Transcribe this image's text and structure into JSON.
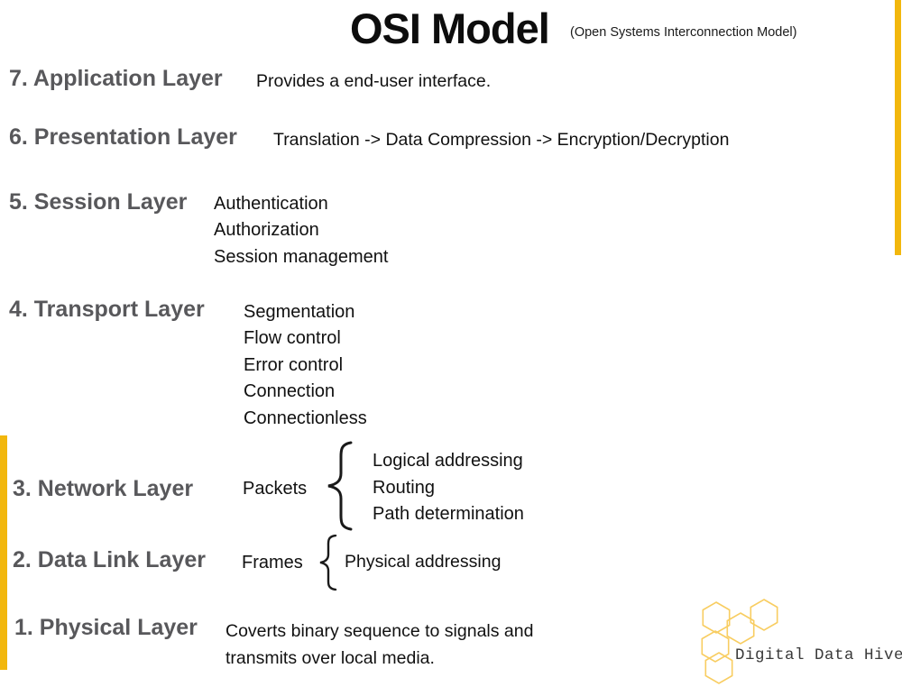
{
  "title": {
    "main": "OSI Model",
    "subtitle": "(Open Systems Interconnection Model)"
  },
  "layers": [
    {
      "name": "7. Application Layer",
      "description": "Provides a end-user interface."
    },
    {
      "name": "6. Presentation Layer",
      "description": "Translation -> Data Compression -> Encryption/Decryption"
    },
    {
      "name": "5. Session Layer",
      "items": [
        "Authentication",
        "Authorization",
        "Session management"
      ]
    },
    {
      "name": "4. Transport Layer",
      "items": [
        "Segmentation",
        "Flow control",
        "Error control",
        "Connection",
        "Connectionless"
      ]
    },
    {
      "name": "3. Network Layer",
      "unit": "Packets",
      "items": [
        "Logical addressing",
        "Routing",
        "Path determination"
      ]
    },
    {
      "name": "2. Data Link Layer",
      "unit": "Frames",
      "items": [
        "Physical addressing"
      ]
    },
    {
      "name": "1. Physical Layer",
      "lines": [
        "Coverts binary sequence to signals and",
        "transmits over local media."
      ]
    }
  ],
  "logo": {
    "text": "Digital Data Hive"
  },
  "colors": {
    "accent_yellow": "#f2b70d",
    "heading_gray": "#58585b",
    "body_text": "#111111",
    "hexagon_stroke": "#f8cd61",
    "logo_text": "#3a3a3a"
  }
}
